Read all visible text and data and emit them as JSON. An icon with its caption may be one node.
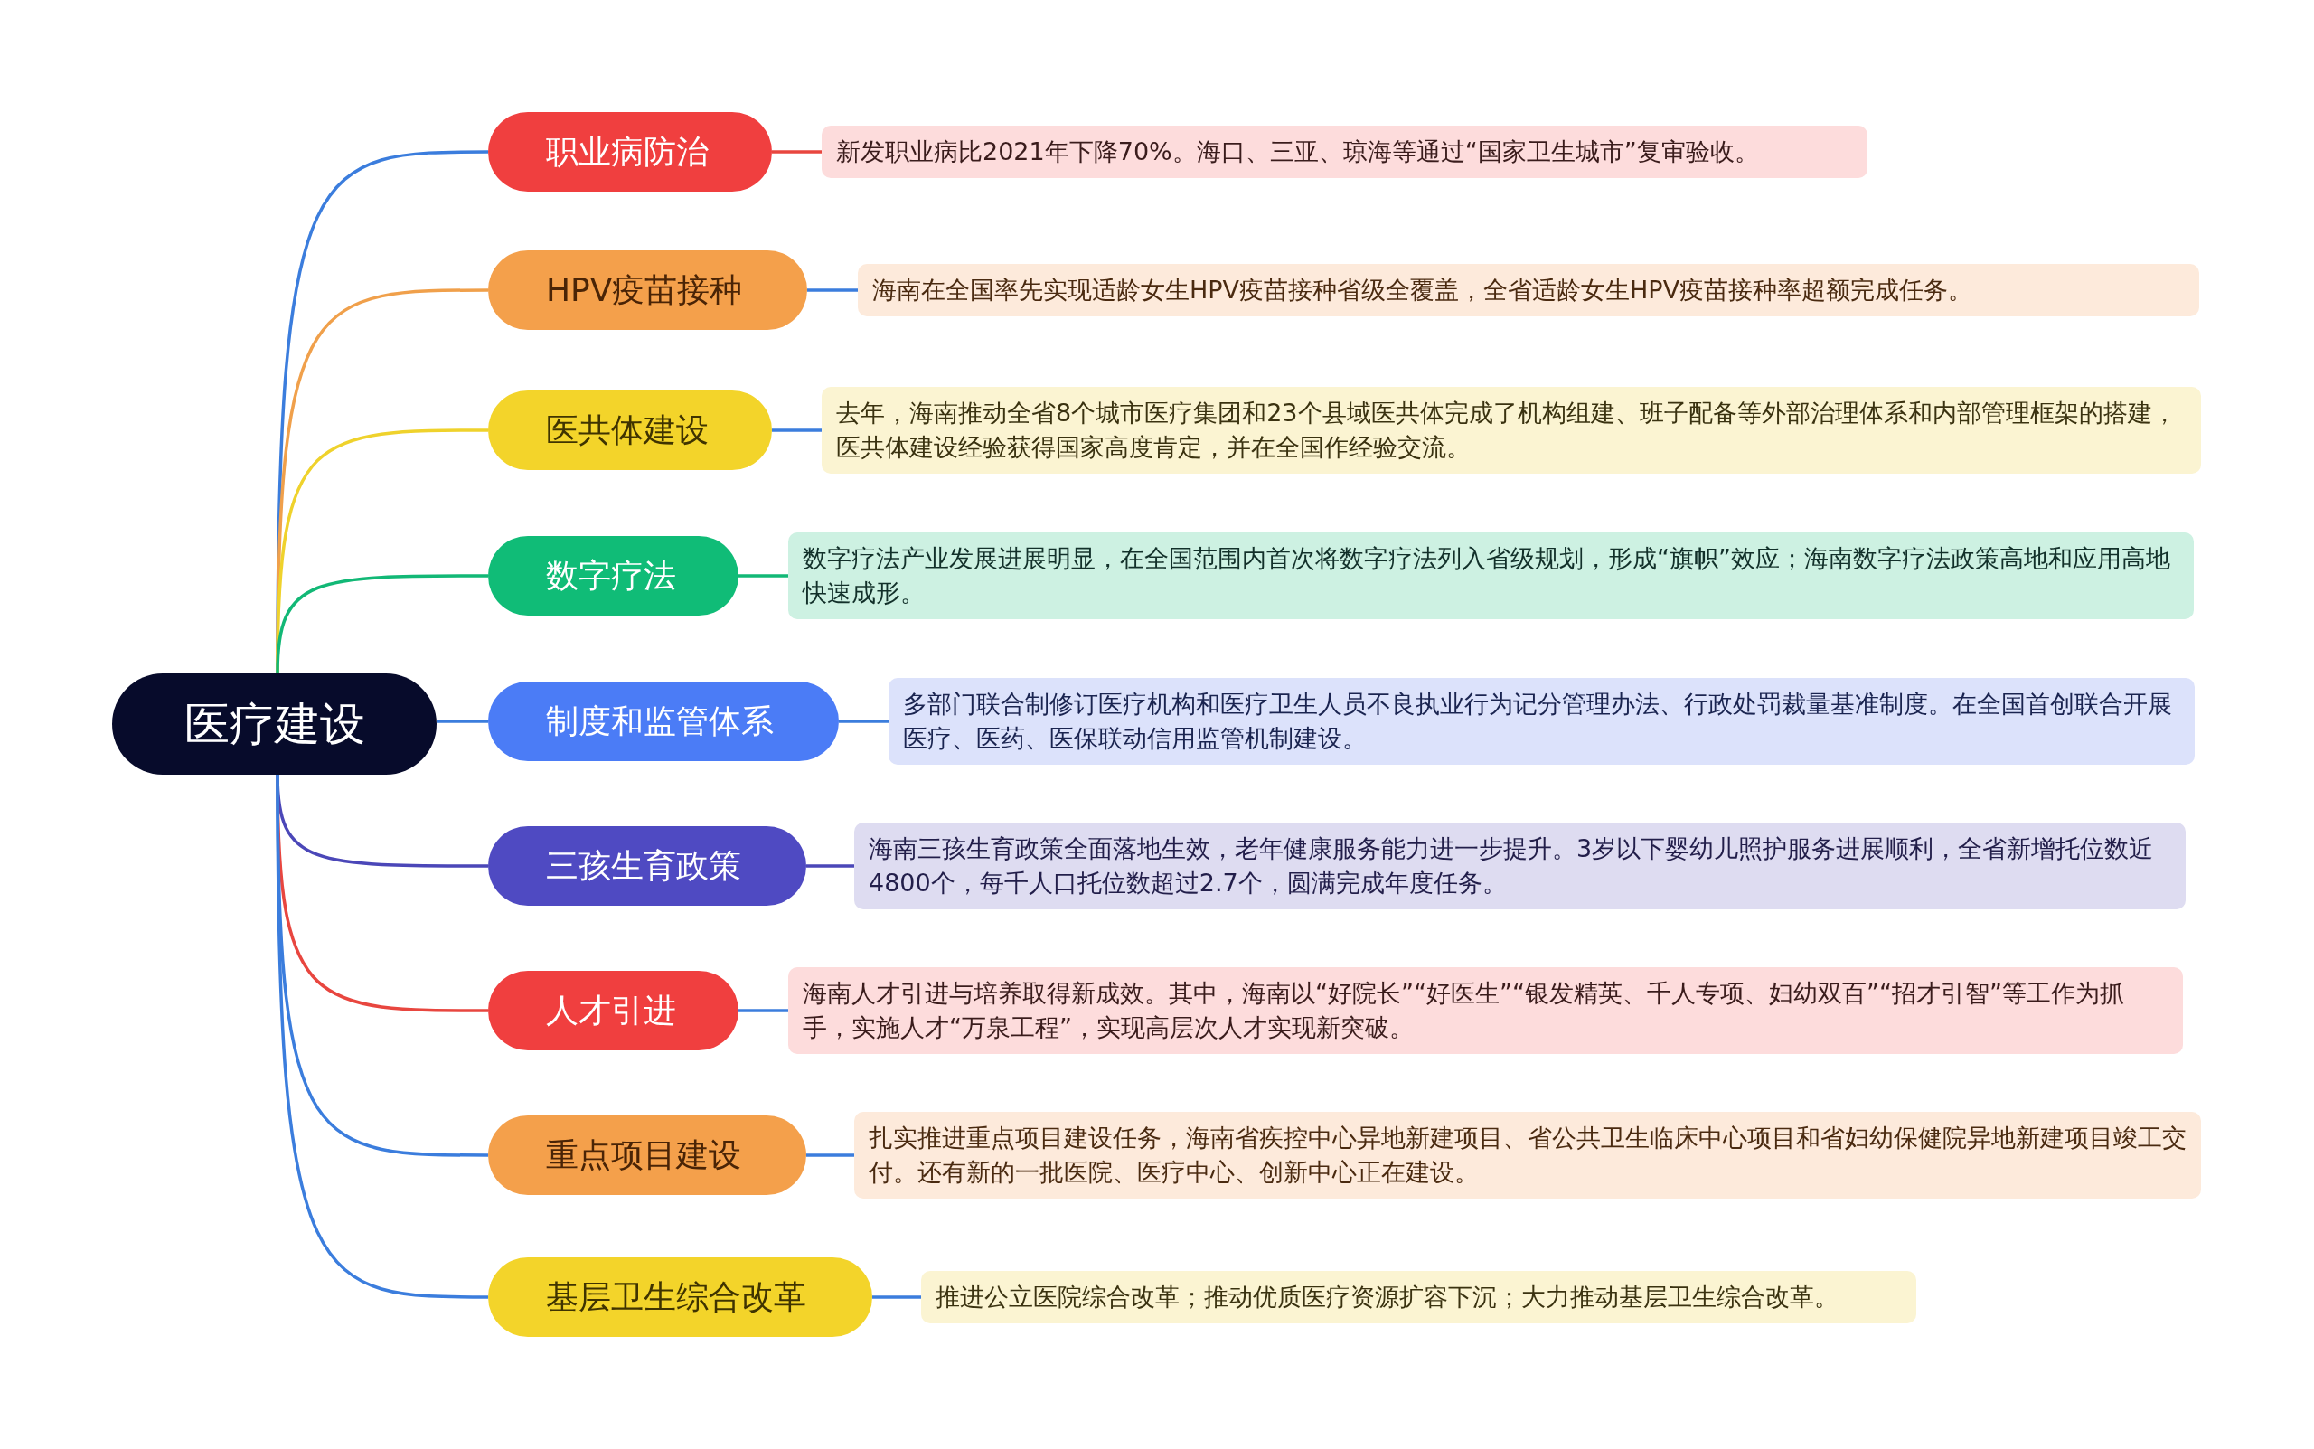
{
  "diagram": {
    "nodes": [
      {
        "text": [
          "医疗建设"
        ]
      },
      {
        "text": [
          "职业病防治"
        ]
      },
      {
        "text": [
          "新发职业病比2021年下降70%。海口、三亚、琼海等通过“国家卫生城市”复审验收。"
        ]
      },
      {
        "text": [
          "HPV疫苗接种"
        ]
      },
      {
        "text": [
          "海南在全国率先实现适龄女生HPV疫苗接种省级全覆盖，全省适龄女生HPV疫苗接种率超额完成任务。"
        ]
      },
      {
        "text": [
          "医共体建设"
        ]
      },
      {
        "text": [
          "去年，海南推动全省8个城市医疗集团和23个县域医共体完成了机构组建、班子配备等外部治理体系和内部管理框架的搭建，医共体建设经验获得国家高度肯定，并在全国作经验交流。"
        ]
      },
      {
        "text": [
          "数字疗法"
        ]
      },
      {
        "text": [
          "数字疗法产业发展进展明显，在全国范围内首次将数字疗法列入省级规划，形成“旗帜”效应；海南数字疗法政策高地和应用高地快速成形。"
        ]
      },
      {
        "text": [
          "制度和监管体系"
        ]
      },
      {
        "text": [
          "多部门联合制修订医疗机构和医疗卫生人员不良执业行为记分管理办法、行政处罚裁量基准制度。在全国首创联合开展医疗、医药、医保联动信用监管机制建设。"
        ]
      },
      {
        "text": [
          "三孩生育政策"
        ]
      },
      {
        "text": [
          "海南三孩生育政策全面落地生效，老年健康服务能力进一步提升。3岁以下婴幼儿照护服务进展顺利，全省新增托位数近4800个，每千人口托位数超过2.7个，圆满完成年度任务。"
        ]
      },
      {
        "text": [
          "人才引进"
        ]
      },
      {
        "text": [
          "海南人才引进与培养取得新成效。其中，海南以“好院长”“好医生”“银发精英、千人专项、妇幼双百”“招才引智”等工作为抓手，实施人才“万泉工程”，实现高层次人才实现新突破。"
        ]
      },
      {
        "text": [
          "重点项目建设"
        ]
      },
      {
        "text": [
          "扎实推进重点项目建设任务，海南省疾控中心异地新建项目、省公共卫生临床中心项目和省妇幼保健院异地新建项目竣工交付。还有新的一批医院、医疗中心、创新中心正在建设。"
        ]
      },
      {
        "text": [
          "基层卫生综合改革"
        ]
      },
      {
        "text": [
          "推进公立医院综合改革；推动优质医疗资源扩容下沉；大力推动基层卫生综合改革。"
        ]
      }
    ],
    "edges": [
      {
        "from": 0,
        "to": 1,
        "arrow": "none"
      },
      {
        "from": 1,
        "to": 2,
        "arrow": "none",
        "color": "#e8463f"
      },
      {
        "from": 0,
        "to": 3,
        "arrow": "none",
        "color": "#f0a04b"
      },
      {
        "from": 3,
        "to": 4,
        "arrow": "none"
      },
      {
        "from": 0,
        "to": 5,
        "arrow": "none",
        "color": "#efd22c"
      },
      {
        "from": 5,
        "to": 6,
        "arrow": "none"
      },
      {
        "from": 0,
        "to": 7,
        "arrow": "none",
        "color": "#12b876"
      },
      {
        "from": 7,
        "to": 8,
        "arrow": "none",
        "color": "#12b876"
      },
      {
        "from": 0,
        "to": 9,
        "arrow": "none"
      },
      {
        "from": 9,
        "to": 10,
        "arrow": "none"
      },
      {
        "from": 0,
        "to": 11,
        "arrow": "none",
        "color": "#4b47b8"
      },
      {
        "from": 11,
        "to": 12,
        "arrow": "none",
        "color": "#4b47b8"
      },
      {
        "from": 0,
        "to": 13,
        "arrow": "none",
        "color": "#e8463f"
      },
      {
        "from": 13,
        "to": 14,
        "arrow": "none"
      },
      {
        "from": 0,
        "to": 15,
        "arrow": "none"
      },
      {
        "from": 15,
        "to": 16,
        "arrow": "none"
      },
      {
        "from": 0,
        "to": 17,
        "arrow": "none"
      },
      {
        "from": 17,
        "to": 18,
        "arrow": "none"
      }
    ]
  }
}
